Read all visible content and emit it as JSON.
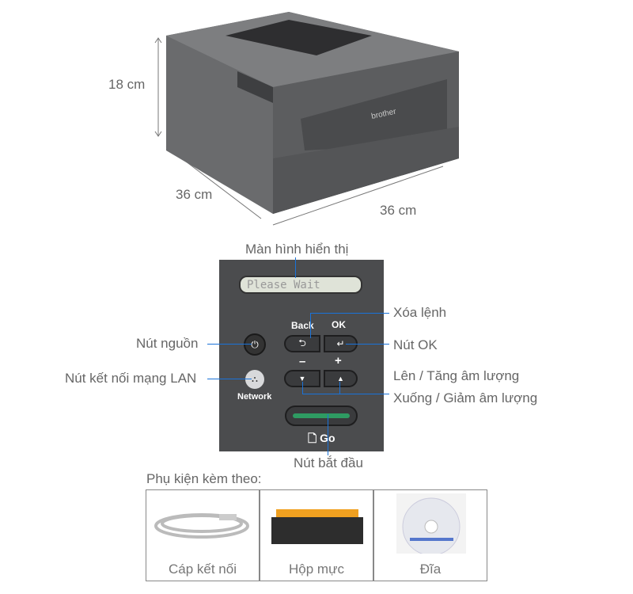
{
  "dimensions": {
    "height": "18 cm",
    "depth": "36 cm",
    "width": "36 cm"
  },
  "printer": {
    "brand": "brother"
  },
  "panel": {
    "display_text": "Please Wait",
    "back_label": "Back",
    "ok_label": "OK",
    "minus_label": "–",
    "plus_label": "+",
    "network_label": "Network",
    "go_label": "Go"
  },
  "callouts": {
    "display": "Màn hình hiển thị",
    "cancel": "Xóa lệnh",
    "ok": "Nút OK",
    "power": "Nút nguồn",
    "lan": "Nút kết nối mạng LAN",
    "up": "Lên / Tăng âm lượng",
    "down": "Xuống / Giảm âm lượng",
    "start": "Nút bắt đầu"
  },
  "accessories": {
    "title": "Phụ kiện kèm theo:",
    "items": [
      {
        "label": "Cáp kết nối"
      },
      {
        "label": "Hộp mực"
      },
      {
        "label": "Đĩa"
      }
    ]
  },
  "colors": {
    "callout_line": "#1a73d9",
    "panel": "#4b4c4e",
    "go_bar": "#2e9b62"
  }
}
